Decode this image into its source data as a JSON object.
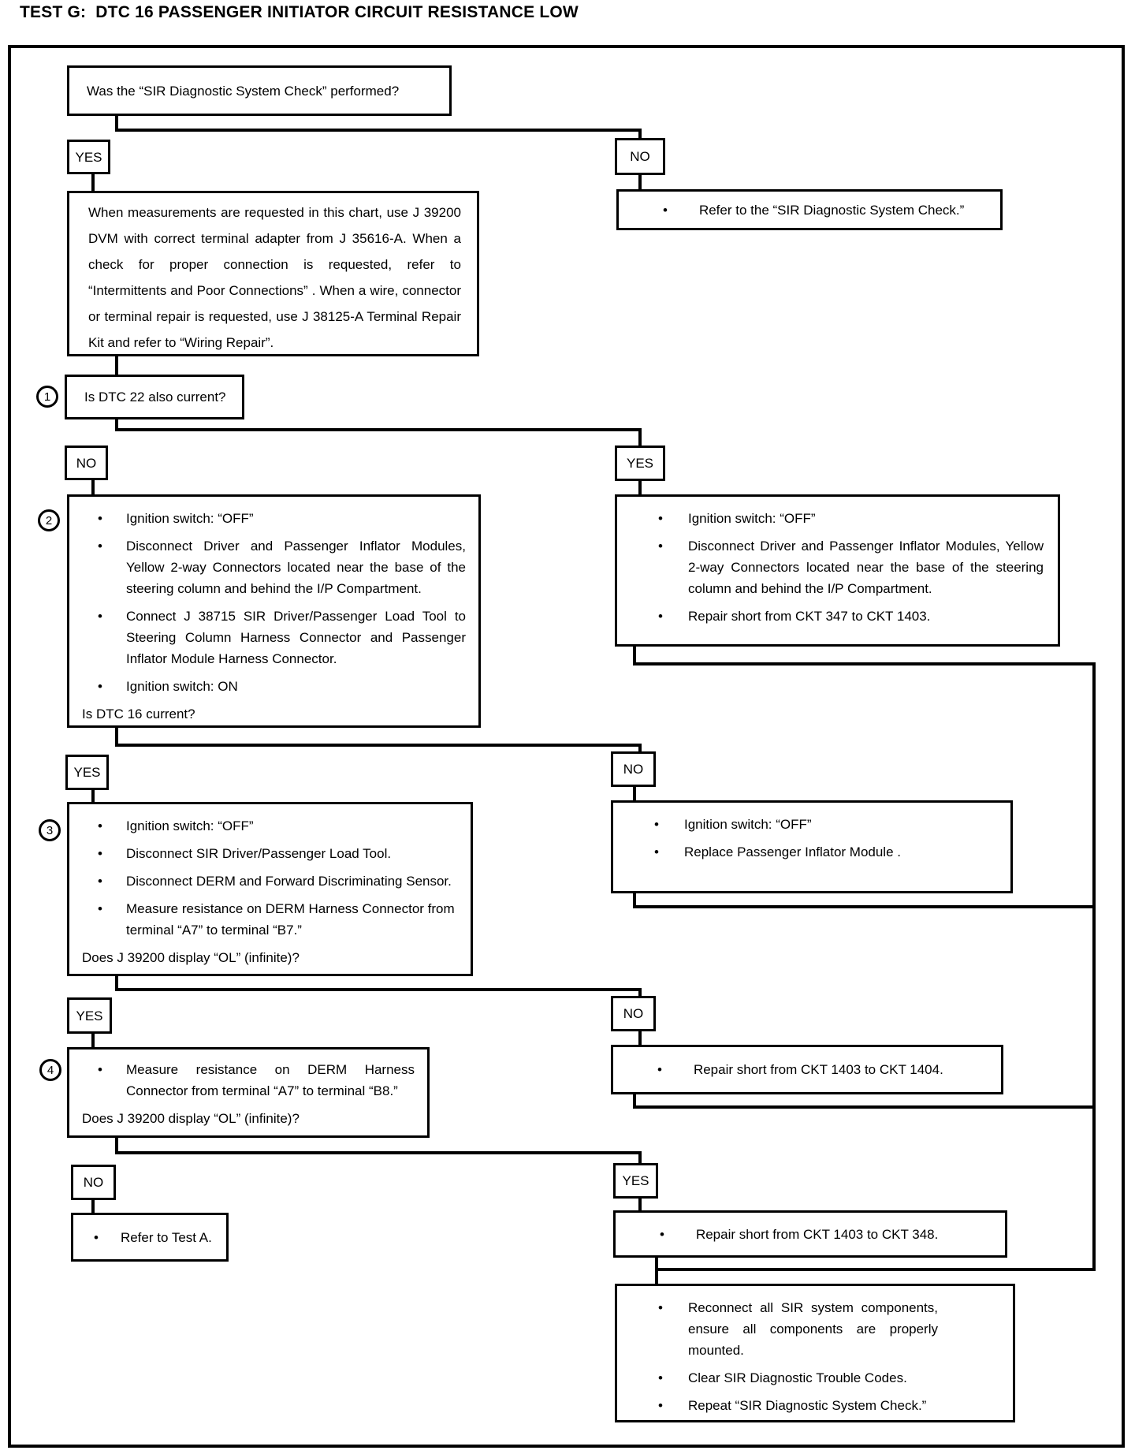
{
  "title": "TEST G:  DTC 16 PASSENGER INITIATOR CIRCUIT RESISTANCE LOW",
  "labels": {
    "yes": "YES",
    "no": "NO",
    "bullet": "•"
  },
  "markers": {
    "s1": "1",
    "s2": "2",
    "s3": "3",
    "s4": "4"
  },
  "q1": {
    "text": "Was the “SIR Diagnostic System Check” performed?"
  },
  "refer_sir": {
    "text": "Refer to the “SIR Diagnostic System Check.”"
  },
  "preamble": {
    "text": "When measurements are requested in this chart, use J 39200 DVM with correct terminal adapter from J 35616-A. When a check for proper connection is requested, refer to “Intermittents and Poor Connections” . When a wire, connector or terminal repair is requested, use J 38125-A Terminal Repair Kit and refer to “Wiring Repair”."
  },
  "step1": {
    "question": "Is DTC 22 also current?"
  },
  "step2": {
    "items": [
      "Ignition switch: “OFF”",
      "Disconnect Driver and Passenger Inflator Modules, Yellow 2-way Connectors located near the base of the steering column and behind the I/P Compartment.",
      "Connect J 38715 SIR Driver/Passenger Load Tool to Steering Column Harness Connector and Passenger Inflator Module Harness Connector.",
      "Ignition switch: ON"
    ],
    "question": "Is DTC 16 current?"
  },
  "dtc22_yes": {
    "items": [
      "Ignition switch: “OFF”",
      "Disconnect Driver and Passenger Inflator Modules, Yellow 2-way Connectors located near the base of the steering column and behind the I/P Compartment.",
      "Repair short from CKT 347 to CKT 1403."
    ]
  },
  "step3": {
    "items": [
      "Ignition switch: “OFF”",
      "Disconnect SIR Driver/Passenger Load Tool.",
      "Disconnect DERM and Forward Discriminating Sensor.",
      "Measure resistance on DERM Harness Connector from terminal “A7” to terminal “B7.”"
    ],
    "question": "Does J 39200 display “OL” (infinite)?"
  },
  "dtc16_no": {
    "items": [
      "Ignition switch: “OFF”",
      "Replace Passenger Inflator Module ."
    ]
  },
  "step4": {
    "items": [
      "Measure resistance on DERM Harness Connector from terminal “A7” to terminal “B8.”"
    ],
    "question": "Does J 39200 display “OL” (infinite)?"
  },
  "b7_no": {
    "text": "Repair short from CKT 1403 to CKT 1404."
  },
  "b8_no": {
    "text": "Refer to Test A."
  },
  "b8_yes": {
    "text": "Repair short from CKT 1403 to CKT 348."
  },
  "final": {
    "items": [
      "Reconnect all SIR system components, ensure all components are properly mounted.",
      "Clear SIR Diagnostic Trouble Codes.",
      "Repeat “SIR Diagnostic System Check.”"
    ]
  }
}
